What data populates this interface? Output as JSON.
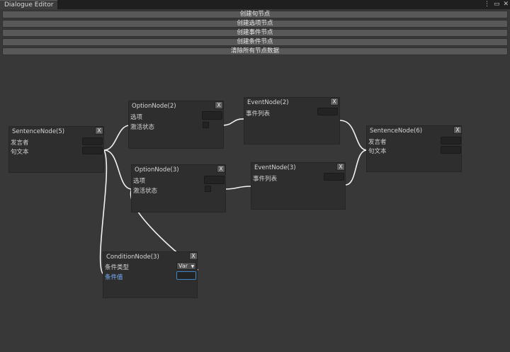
{
  "window": {
    "tab_title": "Dialogue Editor",
    "icons": [
      "more-icon",
      "maximize-icon",
      "close-icon"
    ]
  },
  "toolbar": {
    "buttons": [
      "创建句节点",
      "创建选项节点",
      "创建事件节点",
      "创建条件节点",
      "清除所有节点数据"
    ]
  },
  "nodes": {
    "sentence5": {
      "title": "SentenceNode(5)",
      "close": "X",
      "speaker_label": "发言者",
      "text_label": "句文本"
    },
    "option2": {
      "title": "OptionNode(2)",
      "close": "X",
      "option_label": "选项",
      "active_label": "激活状态"
    },
    "event2": {
      "title": "EventNode(2)",
      "close": "X",
      "events_label": "事件列表"
    },
    "sentence6": {
      "title": "SentenceNode(6)",
      "close": "X",
      "speaker_label": "发言者",
      "text_label": "句文本"
    },
    "option3": {
      "title": "OptionNode(3)",
      "close": "X",
      "option_label": "选项",
      "active_label": "激活状态"
    },
    "event3": {
      "title": "EventNode(3)",
      "close": "X",
      "events_label": "事件列表"
    },
    "condition3": {
      "title": "ConditionNode(3)",
      "close": "X",
      "type_label": "条件类型",
      "type_value": "Var",
      "value_label": "条件值"
    }
  },
  "colors": {
    "canvas": "#383838",
    "node": "#2e2e2e",
    "wire": "#f2f2f2",
    "focus": "#3d85c6"
  }
}
